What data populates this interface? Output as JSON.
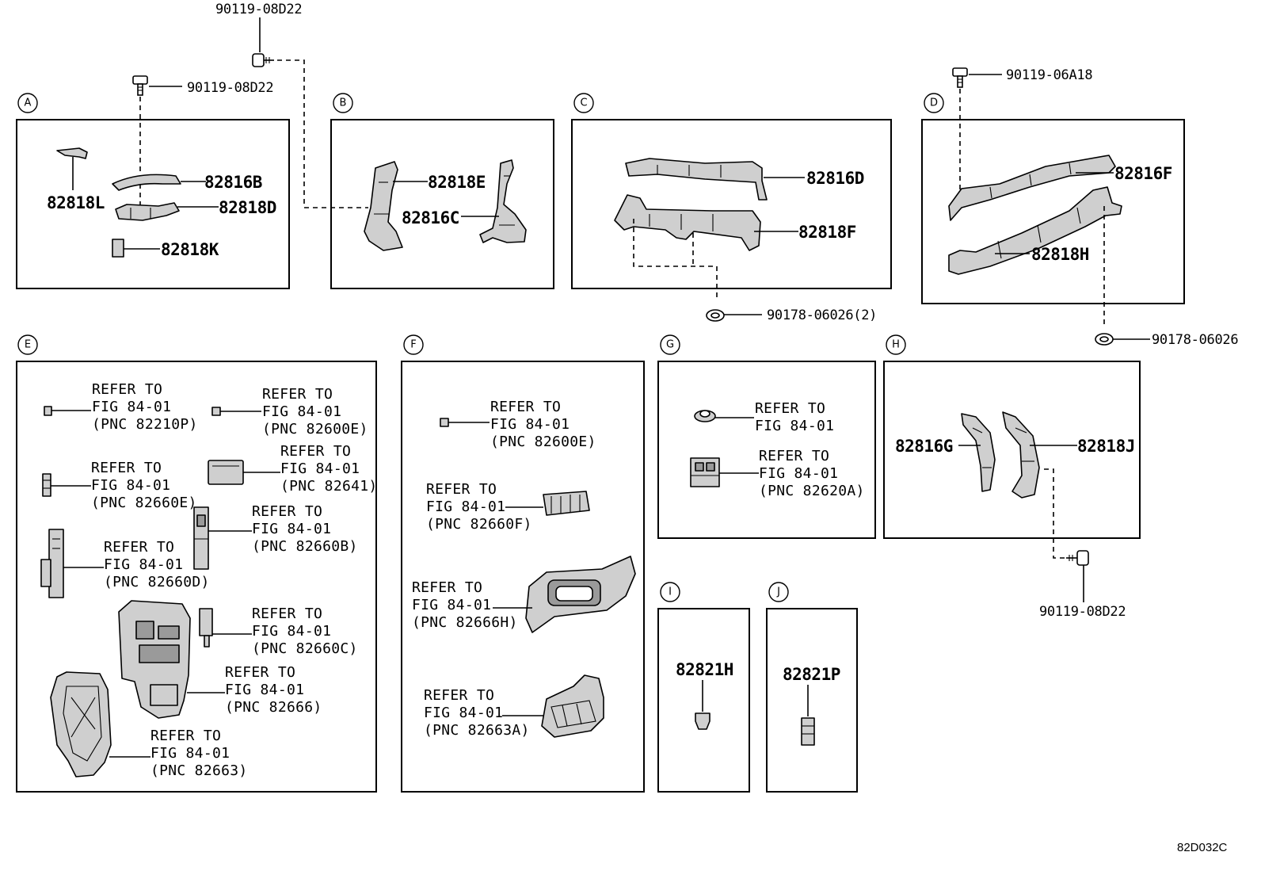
{
  "sections": {
    "A": {
      "letter": "A",
      "parts": [
        "82818L",
        "82816B",
        "82818D",
        "82818K"
      ]
    },
    "B": {
      "letter": "B",
      "parts": [
        "82818E",
        "82816C"
      ]
    },
    "C": {
      "letter": "C",
      "parts": [
        "82816D",
        "82818F"
      ]
    },
    "D": {
      "letter": "D",
      "parts": [
        "82816F",
        "82818H"
      ]
    },
    "E": {
      "letter": "E"
    },
    "F": {
      "letter": "F"
    },
    "G": {
      "letter": "G"
    },
    "H": {
      "letter": "H",
      "parts": [
        "82816G",
        "82818J"
      ]
    },
    "I": {
      "letter": "I",
      "parts": [
        "82821H"
      ]
    },
    "J": {
      "letter": "J",
      "parts": [
        "82821P"
      ]
    }
  },
  "fasteners": [
    "90119-08D22",
    "90119-08D22",
    "90119-06A18",
    "90178-06026(2)",
    "90178-06026",
    "90119-08D22"
  ],
  "refs": {
    "common": {
      "refer": "REFER TO",
      "fig": "FIG 84-01"
    },
    "e1": "(PNC 82210P)",
    "e2": "(PNC 82600E)",
    "e3": "(PNC 82641)",
    "e4": "(PNC 82660E)",
    "e5": "(PNC 82660B)",
    "e6": "(PNC 82660D)",
    "e7": "(PNC 82660C)",
    "e8": "(PNC 82666)",
    "e9": "(PNC 82663)",
    "f1": "(PNC 82600E)",
    "f2": "(PNC 82660F)",
    "f3": "(PNC 82666H)",
    "f4": "(PNC 82663A)",
    "g2": "(PNC 82620A)"
  },
  "diagram_code": "82D032C"
}
